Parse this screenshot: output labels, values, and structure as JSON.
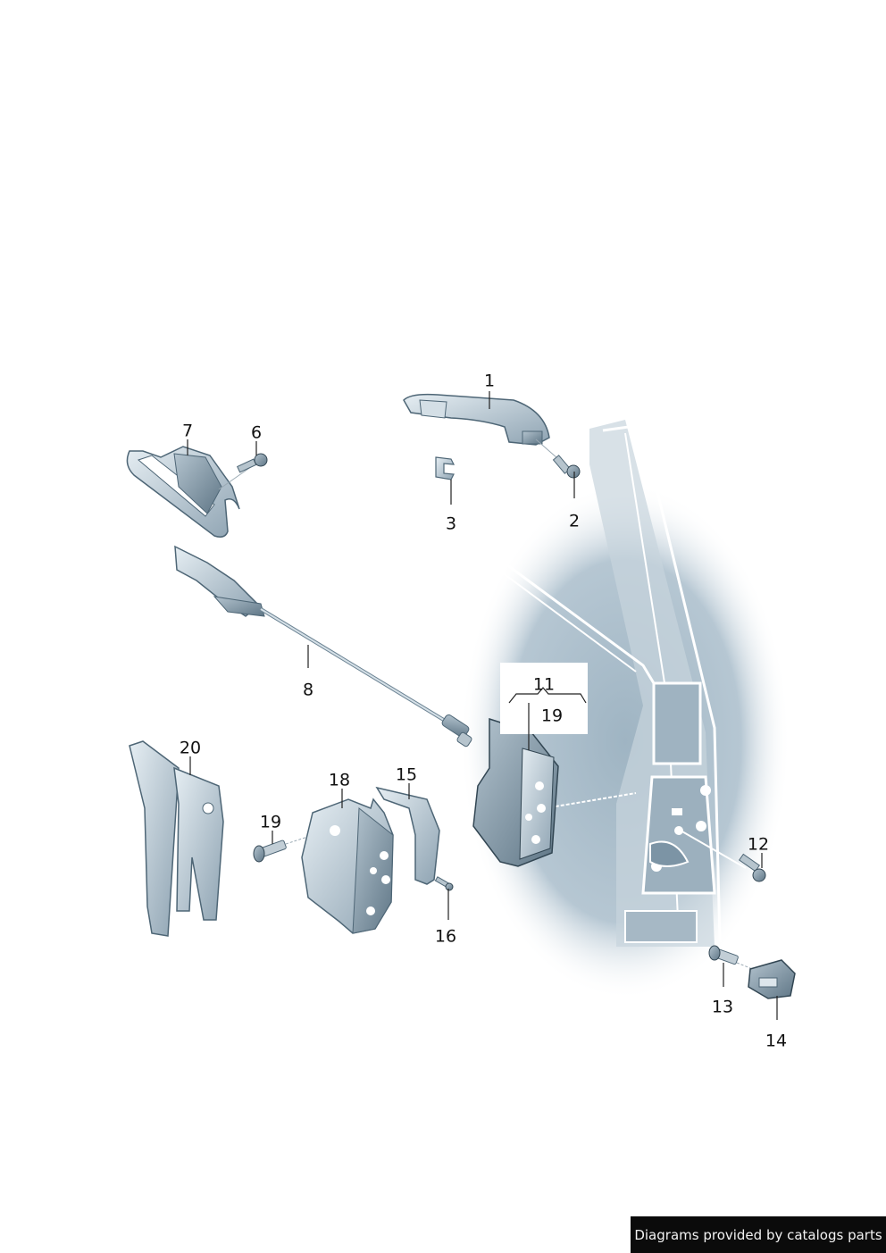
{
  "callouts": {
    "n1": "1",
    "n2": "2",
    "n3": "3",
    "n6": "6",
    "n7": "7",
    "n8": "8",
    "n11": "11",
    "n12": "12",
    "n13": "13",
    "n14": "14",
    "n15": "15",
    "n16": "16",
    "n18": "18",
    "n19a": "19",
    "n19b": "19",
    "n20": "20"
  },
  "footer": {
    "text": "Diagrams provided by catalogs parts"
  }
}
